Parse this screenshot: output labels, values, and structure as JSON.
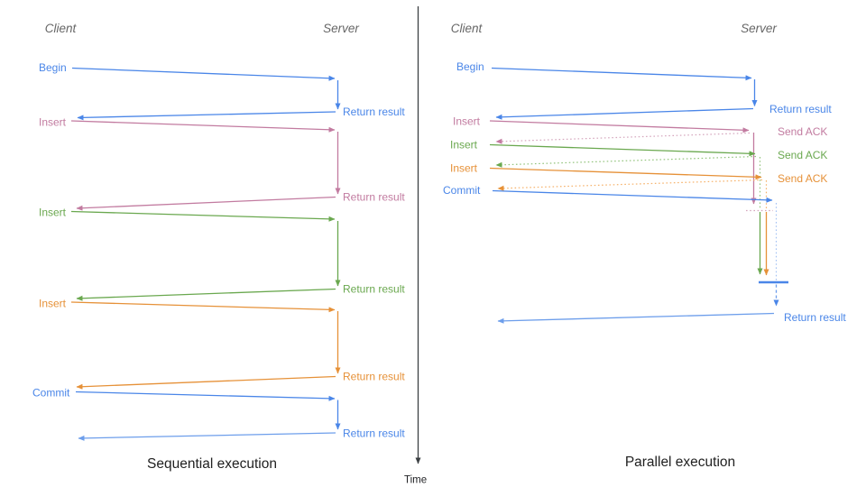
{
  "palette": {
    "blue": "#4a86e8",
    "light_blue": "#6d9eeb",
    "pale_blue": "#a4c2f4",
    "pink": "#c27ba0",
    "pale_pink": "#d5a6bd",
    "green": "#6aa84f",
    "pale_green": "#93c47d",
    "orange": "#e69138",
    "pale_orange": "#f6b26b",
    "axis_gray": "#3c4043",
    "header_gray": "#666666"
  },
  "time_axis": {
    "label": "Time"
  },
  "panels": [
    {
      "title": "Sequential execution",
      "client_header": "Client",
      "server_header": "Server",
      "operations": [
        {
          "label": "Begin",
          "color": "blue",
          "response": "Return result"
        },
        {
          "label": "Insert",
          "color": "pink",
          "response": "Return result"
        },
        {
          "label": "Insert",
          "color": "green",
          "response": "Return result"
        },
        {
          "label": "Insert",
          "color": "orange",
          "response": "Return result"
        },
        {
          "label": "Commit",
          "color": "blue",
          "response": "Return result"
        }
      ]
    },
    {
      "title": "Parallel execution",
      "client_header": "Client",
      "server_header": "Server",
      "operations": [
        {
          "label": "Begin",
          "color": "blue",
          "response": "Return result"
        },
        {
          "label": "Insert",
          "color": "pink",
          "response": "Send ACK"
        },
        {
          "label": "Insert",
          "color": "green",
          "response": "Send ACK"
        },
        {
          "label": "Insert",
          "color": "orange",
          "response": "Send ACK"
        },
        {
          "label": "Commit",
          "color": "blue",
          "response": "Return result"
        }
      ]
    }
  ]
}
